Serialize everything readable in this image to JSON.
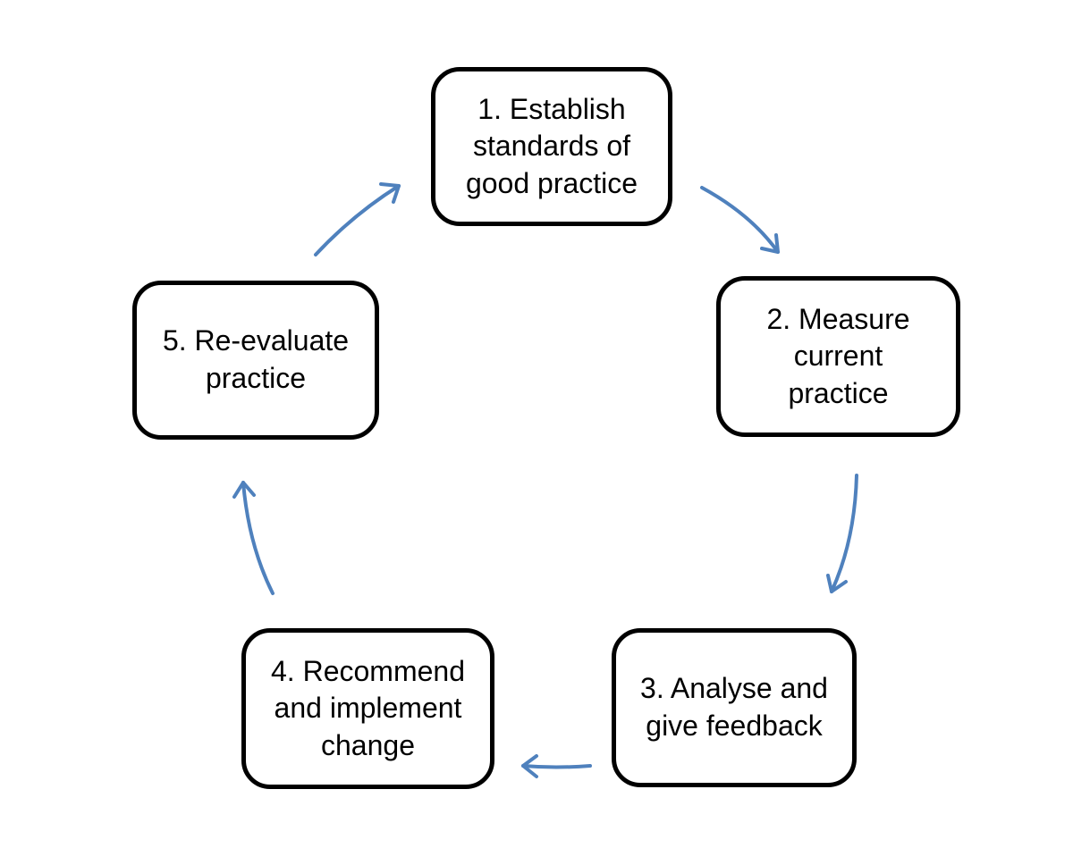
{
  "diagram": {
    "steps": [
      {
        "id": "1",
        "label": "1. Establish\nstandards of\ngood practice"
      },
      {
        "id": "2",
        "label": "2. Measure\ncurrent\npractice"
      },
      {
        "id": "3",
        "label": "3. Analyse and\ngive feedback"
      },
      {
        "id": "4",
        "label": "4. Recommend\nand implement\nchange"
      },
      {
        "id": "5",
        "label": "5. Re-evaluate\npractice"
      }
    ],
    "arrow_color": "#4f81bd",
    "box_border_color": "#000000"
  }
}
